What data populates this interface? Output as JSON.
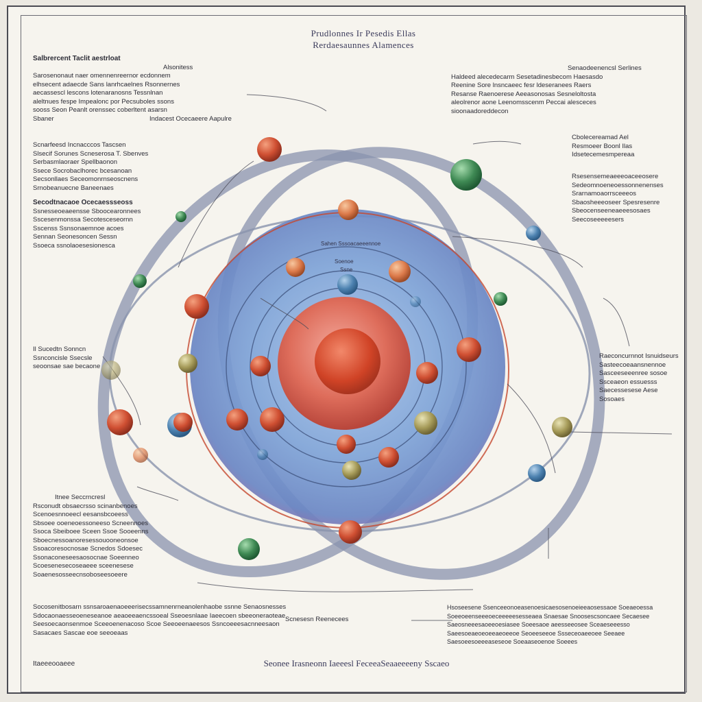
{
  "title": {
    "line1": "Prudlonnes Ir Pesedis Ellas",
    "line2": "Rerdaesaunnes Alamences"
  },
  "notes": {
    "top_left": {
      "heading": "Salbrercent Taclit aestrloat",
      "sub_heading": "Alsonitess",
      "lines": [
        "Sarosenonaut naer omennenreernor ecdonnem",
        "elhsecent adaecde Sans lanrhcaelnes Rsonnernes",
        "aecassescl lescons lotenaranosns Tessnlnan",
        "aleltnues fespe Impealonc por Pecsuboles ssons",
        "sooss Seon Peanlt orenssec coberltent asarsn"
      ],
      "trailing": "Sbaner",
      "caption": "Indacest Ocecaeere Aapulre"
    },
    "top_right": {
      "lines": [
        "Haldeed alecedecarm Sesetadinesbecom Haesasdo",
        "Reenine Sore lnsncaeec fesr ldeseranees Raers",
        "Resanse Raenoerese Aeeasonosas Sesneloltosta",
        "aleolrenor aone Leenomsscenm Peccai alesceces",
        "sioonaadoreddecon"
      ],
      "heading": "Senaodeenencsl Serlines"
    },
    "left_mid": {
      "heading": "Scnarfeesd Incnacccos Tascsen",
      "lines": [
        "Slsecif Sorunes Scneserosa T. Sbenves",
        "Serbasmlaoraer Spellbaonon",
        "Ssece Socrobaclhorec bcesanoan",
        "Secsonllaes Seceomonrnseoscnens",
        "Srnobeanuecne Baneenaes"
      ]
    },
    "left_mid2": {
      "heading": "Secodtnacaoe Ocecaessseoss",
      "lines": [
        "Ssnesseoeaeensse Sboocearonnees",
        "Sscesenmonssa Secotesceseornn",
        "Sscenss Ssnsonaemnoe acoes",
        "Sennan Seonesoncen Sessn",
        "Ssoeca ssnolaoesesionesca"
      ]
    },
    "right_upper": {
      "heading": "Cbolecereamad Ael",
      "lines": [
        "Resmoeer Boonl Ilas",
        "Idsetecemesmpereaa"
      ]
    },
    "right_mid": {
      "lines": [
        "Rsesensemeaeeeoaceeosere",
        "Sedeomnoeneoessonnenenses",
        "Srarnamoaorrsceeeos",
        "Sbaosheeeoseer Spesresenre",
        "Sbeocenseeneaeeesosaes",
        "Seecoseeeeesers"
      ]
    },
    "left_lower": {
      "heading": "Il Sucedtn Sonncn",
      "lines": [
        "Ssnconcisle Ssecsle",
        "seoonsae sae becaone"
      ]
    },
    "right_lower": {
      "lines": [
        "Raeconcurnnot Isnuidseurs",
        "Sasteecoeaansnennoe",
        "Sasceeseeenree sosoe",
        "Ssceaeon essuesss",
        "Saecessesese Aese",
        "Sosoaes"
      ]
    },
    "bottom_left": {
      "caption": "Itnee Seccrncresl",
      "lines": [
        "Rsconudt obsaecrsso scinanbenoes",
        "Scenoesnnoeecl eesansbcoeess",
        "Sbsoee ooeneoessoneeso Scneennoes",
        "Ssoca Sbeiboee Sceen Ssoe Sooeenns",
        "Sboecnessoanoresessouooneonsoe",
        "Ssoacoresocnosae Scnedos Sdoesec",
        "Ssonaconeseesaosocnae Soeenneo",
        "Scoesenesecoseaeee sceenesese",
        "Soaenesosseecnsoboseesoeere"
      ]
    },
    "bottom_wide": {
      "lines": [
        "Socosenitbosarn ssnsaroaenaoeeerisecssamnenrneanolenhaobe ssnne Senaosnesses",
        "Sdocaonaesseoeneseanoe aeaoeeaencssoeal Sseoesnlaae Iaeecoen sbeeoneraoteae",
        "Seesoecaonsenmoe Sceeoenenacoso Scoe Seeoeenaeesos Ssncoeeesacnneesaon",
        "Sasacaes Sascae eoe seeoeaas"
      ],
      "caption": "Scnesesn Reenecees"
    },
    "bottom_right": {
      "lines": [
        "Hsoseesene Ssenceeonoeasenoesicaesosenoeieeaosessaoe Soeaeoessa",
        "Soeeoeenseeeoeceeeeesesseaea Snaesae Snoosescsoncaee Secaesee",
        "Saeosneeesaoeeoesiasee Soeesaoe aeesseeosee Sceaeseeesso",
        "Saeesoeaeoeoeeaeoeeoe Seoeeseeoe Ssseceoaeeoee Seeaee",
        "Saesoeesoeeeaseseoe Soeaaseoenoe Soeees"
      ]
    }
  },
  "diagram_labels": {
    "shell_label_1": "Sahen Sssoacaeeennoe",
    "shell_label_2": "Soenoe",
    "shell_label_3": "Ssne"
  },
  "footer": {
    "title": "Seonee Irasneonn Iaeeesl FeceeaSeaaeeeeny Sscaeo",
    "corner": "Itaeeeooaeee"
  },
  "colors": {
    "nucleus": "#d24a38",
    "shell": "#6f96cf",
    "orbit": "#8a93ad",
    "particle_red": "#c6492f",
    "particle_green": "#3f8a54",
    "particle_blue": "#4d82b0"
  }
}
